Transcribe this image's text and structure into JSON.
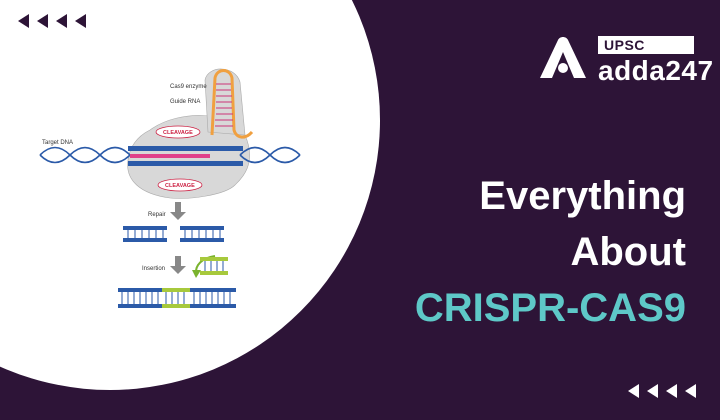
{
  "brand": {
    "badge": "UPSC",
    "name": "adda247",
    "logo_letter": "A"
  },
  "headline": {
    "line1": "Everything",
    "line2": "About",
    "line3": "CRISPR-CAS9"
  },
  "diagram": {
    "labels": {
      "cas9": "Cas9 enzyme",
      "guide_rna": "Guide RNA",
      "target_dna": "Target DNA",
      "cleavage_top": "CLEAVAGE",
      "cleavage_bottom": "CLEAVAGE",
      "repair": "Repair",
      "insertion": "Insertion"
    }
  },
  "colors": {
    "background": "#2d1437",
    "accent": "#5ec8c8",
    "circle": "#ffffff",
    "dna": "#2b5aa8",
    "insert": "#a7c93c"
  }
}
